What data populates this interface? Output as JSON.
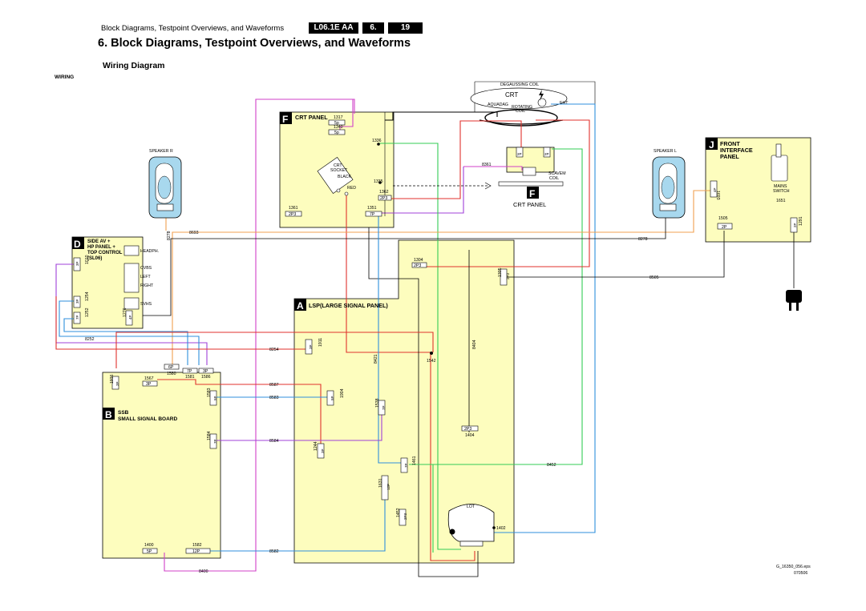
{
  "header": {
    "text": "Block Diagrams, Testpoint Overviews, and Waveforms",
    "model": "L06.1E AA",
    "chapter": "6.",
    "page": "19"
  },
  "title": "6.   Block Diagrams, Testpoint Overviews, and Waveforms",
  "subtitle": "Wiring Diagram",
  "wiring_label": "WIRING",
  "crt": {
    "degaussing": "DEGAUSSING COIL",
    "label": "CRT",
    "aquadag": "AQUADAG",
    "rotating": "ROTATING",
    "coil": "COIL",
    "eht": "EHT",
    "scavem": "SCAVEM",
    "scavem_coil": "COIL"
  },
  "blocks": {
    "F": {
      "letter": "F",
      "name": "CRT PANEL"
    },
    "F2": {
      "letter": "F",
      "name": "CRT PANEL"
    },
    "J": {
      "letter": "J",
      "line1": "FRONT",
      "line2": "INTERFACE",
      "line3": "PANEL"
    },
    "D": {
      "letter": "D",
      "line1": "SIDE AV +",
      "line2": "HP PANEL +",
      "line3": "TOP CONTROL",
      "line4": "(SL06)"
    },
    "A": {
      "letter": "A",
      "name": "LSP(LARGE SIGNAL PANEL)"
    },
    "B": {
      "letter": "B",
      "line1": "SSB",
      "line2": "SMALL SIGNAL BOARD"
    }
  },
  "speakers": {
    "right": "SPEAKER R",
    "left": "SPEAKER L"
  },
  "crt_panel": {
    "c1317": "1317",
    "p1317": "5p",
    "c1340": "1340",
    "p1340": "5p",
    "c1336": "1336",
    "socket1": "CRT",
    "socket2": "SOCKET",
    "black": "BLACK",
    "red": "RED",
    "c1335": "1335",
    "c1362": "1362",
    "p1362": "2P3",
    "c1361": "1361",
    "p1361": "2P3",
    "c1351": "1351",
    "p1351": "7P"
  },
  "scavem_board": {
    "p1": "2P",
    "p2": "2P",
    "w8361": "8361"
  },
  "front": {
    "mains1": "MAINS",
    "mains2": "SWITCH",
    "c1693": "1693",
    "p1693": "4P",
    "c1651": "1651",
    "c1505": "1505",
    "p1505": "2P",
    "c1291": "1291",
    "p1291": "2P"
  },
  "side": {
    "headph": "HEADPH.",
    "cvbs": "CVBS",
    "left": "LEFT",
    "right": "RIGHT",
    "svhs": "SVHS",
    "c1010": "1010",
    "p1010": "3P",
    "c1254": "1254",
    "p1254": "3P",
    "c1252": "1252",
    "p1252": "7P",
    "c1276": "1276",
    "p1276": "4P",
    "w8278": "8278"
  },
  "lsp": {
    "c1304": "1304",
    "p1304": "2P3",
    "c1305": "1305",
    "p1305": "2P3",
    "c1911": "1911",
    "p1911": "3P",
    "c1542": "1542",
    "c1904": "1904",
    "p1904": "5P",
    "c1538": "1538",
    "p1538": "7P",
    "c1244": "1244",
    "p1244": "3P",
    "c1461": "1461",
    "p1461": "7P",
    "c1631": "1631",
    "p1631": "12P",
    "c1452": "1452",
    "p1452": "2P3",
    "c1404": "1404",
    "p1404": "2P3",
    "lot": "LOT",
    "c1402": "1402",
    "w8421": "8421",
    "w8404": "8404"
  },
  "ssb": {
    "c1580": "1580",
    "p1580": "6P",
    "c1581": "1581",
    "p1581": "7P",
    "c1586": "1586",
    "p1586": "3P",
    "c1567": "1567",
    "p1567": "3P",
    "c1936": "1936",
    "p1936": "3P",
    "c1583": "1583",
    "p1583": "5P",
    "c1584": "1584",
    "p1584": "7P",
    "c1400": "1400",
    "p1400": "5P",
    "c1582": "1582",
    "p1582": "12P"
  },
  "wires": {
    "w8693": "8693",
    "w8278": "8278",
    "w8505": "8505",
    "w8252": "8252",
    "w8254": "8254",
    "w8587": "8587",
    "w8583": "8583",
    "w8584": "8584",
    "w8452": "8452",
    "w8582": "8582",
    "w8400": "8400"
  },
  "footer": {
    "file": "G_16350_056.eps",
    "date": "070506"
  },
  "colors": {
    "panel": "#fdfdbe",
    "red": "#e0322d",
    "blue": "#2f8fdc",
    "green": "#33cc55",
    "orange": "#f0a050",
    "purple": "#a040d8",
    "magenta": "#d040c8",
    "black": "#000000"
  }
}
